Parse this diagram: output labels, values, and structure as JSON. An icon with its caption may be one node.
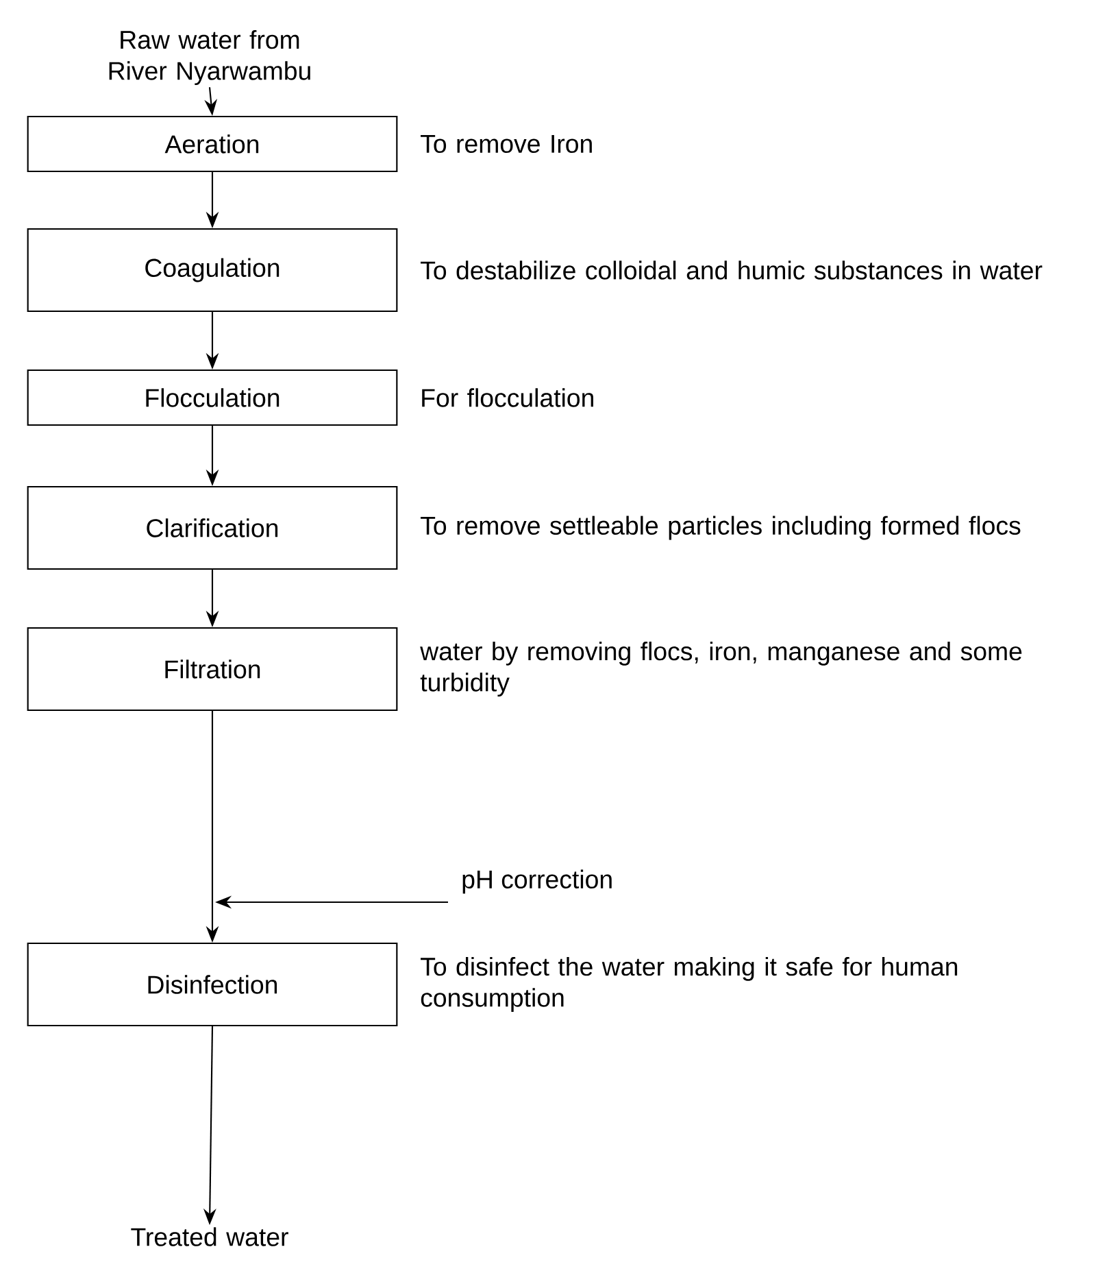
{
  "diagram": {
    "nodes": [
      {
        "text": [
          "Raw water from River Nyarwambu"
        ]
      },
      {
        "text": [
          "Aeration"
        ],
        "beside": [
          "To remove Iron"
        ]
      },
      {
        "text": [
          "Coagulation"
        ],
        "beside": [
          "To destabilize colloidal and humic substances in water"
        ]
      },
      {
        "text": [
          "Flocculation"
        ],
        "beside": [
          "For flocculation"
        ]
      },
      {
        "text": [
          "Clarification"
        ],
        "beside": [
          "To remove settleable particles including formed flocs"
        ]
      },
      {
        "text": [
          "Filtration"
        ],
        "beside": [
          "water by removing flocs, iron, manganese and some turbidity"
        ]
      },
      {
        "text": [
          "Disinfection"
        ],
        "beside": [
          "To disinfect the water making it safe for human consumption"
        ]
      },
      {
        "text": [
          "Treated water"
        ]
      },
      {
        "text": [
          "pH correction"
        ]
      }
    ],
    "edges": [
      {
        "from": 0,
        "to": 1,
        "arrow": "to"
      },
      {
        "from": 1,
        "to": 2,
        "arrow": "to"
      },
      {
        "from": 2,
        "to": 3,
        "arrow": "to"
      },
      {
        "from": 3,
        "to": 4,
        "arrow": "to"
      },
      {
        "from": 4,
        "to": 5,
        "arrow": "to"
      },
      {
        "from": 5,
        "to": 6,
        "arrow": "to"
      },
      {
        "from": 6,
        "to": 7,
        "arrow": "to"
      },
      {
        "from": 8,
        "to": null,
        "arrow": "to"
      }
    ]
  }
}
